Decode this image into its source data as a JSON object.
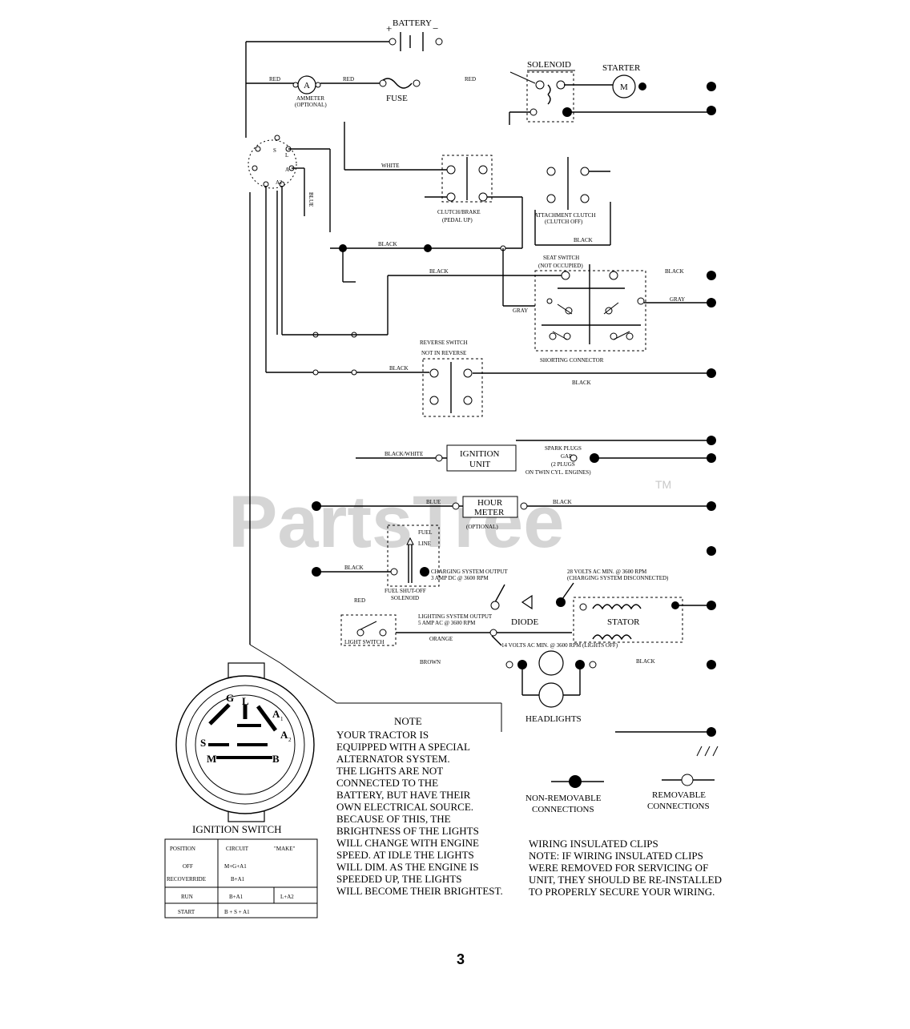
{
  "watermark": {
    "brand": "PartsTree",
    "tm": "TM"
  },
  "page_number": "3",
  "labels": {
    "battery": "BATTERY",
    "battery_pos": "+",
    "battery_neg": "−",
    "ammeter": "AMMETER",
    "ammeter_opt": "(OPTIONAL)",
    "ammeter_letter": "A",
    "fuse": "FUSE",
    "red1": "RED",
    "red2": "RED",
    "red3": "RED",
    "solenoid": "SOLENOID",
    "starter": "STARTER",
    "starter_letter": "M",
    "white": "WHITE",
    "clutch_brake": "CLUTCH/BRAKE",
    "clutch_brake_sub": "(PEDAL UP)",
    "attach_clutch": "ATTACHMENT CLUTCH",
    "attach_clutch_sub": "(CLUTCH OFF)",
    "black_attach": "BLACK",
    "blue_vert": "BLUE",
    "black_a": "BLACK",
    "black_b": "BLACK",
    "black_c": "BLACK",
    "seat_switch": "SEAT SWITCH",
    "seat_switch_sub": "(NOT OCCUPIED)",
    "gray_a": "GRAY",
    "gray_b": "GRAY",
    "shorting_connector": "SHORTING CONNECTOR",
    "reverse_switch": "REVERSE SWITCH",
    "reverse_switch_sub": "NOT IN REVERSE",
    "black_rev": "BLACK",
    "black_rev2": "BLACK",
    "black_white": "BLACK/WHITE",
    "ignition_unit_1": "IGNITION",
    "ignition_unit_2": "UNIT",
    "spark_plugs_1": "SPARK PLUGS",
    "spark_plugs_2": "GAP",
    "spark_plugs_3": "(2 PLUGS",
    "spark_plugs_4": "ON TWIN CYL. ENGINES)",
    "blue_hm": "BLUE",
    "black_hm": "BLACK",
    "hour_meter_1": "HOUR",
    "hour_meter_2": "METER",
    "hour_meter_opt": "(OPTIONAL)",
    "fuel_line_1": "FUEL",
    "fuel_line_2": "LINE",
    "black_fuel": "BLACK",
    "fuel_solenoid_1": "FUEL SHUT-OFF",
    "fuel_solenoid_2": "SOLENOID",
    "charging_1": "CHARGING SYSTEM OUTPUT",
    "charging_2": "3 AMP DC @ 3600 RPM",
    "volts_28_1": "28 VOLTS AC MIN. @ 3600 RPM",
    "volts_28_2": "(CHARGING SYSTEM DISCONNECTED)",
    "red_light": "RED",
    "lighting_1": "LIGHTING SYSTEM OUTPUT",
    "lighting_2": "5 AMP AC @ 3600 RPM",
    "diode": "DIODE",
    "stator": "STATOR",
    "light_switch": "LIGHT SWITCH",
    "orange": "ORANGE",
    "volts_14": "14 VOLTS AC MIN. @ 3600 RPM (LIGHTS OFF)",
    "brown": "BROWN",
    "black_head": "BLACK",
    "headlights": "HEADLIGHTS",
    "switch_letters": {
      "G": "G",
      "L": "L",
      "A1": "A",
      "A1_sub": "1",
      "A2": "A",
      "A2_sub": "2",
      "S": "S",
      "M": "M",
      "B": "B"
    },
    "ignition_switch": "IGNITION SWITCH",
    "non_removable_1": "NON-REMOVABLE",
    "non_removable_2": "CONNECTIONS",
    "removable_1": "REMOVABLE",
    "removable_2": "CONNECTIONS",
    "sw_letter_S": "S",
    "sw_letter_L": "L",
    "sw_letter_A": "A",
    "sw_letter_A2": "A2"
  },
  "note": {
    "title": "NOTE",
    "lines": [
      "YOUR TRACTOR IS",
      "EQUIPPED WITH A SPECIAL",
      "ALTERNATOR SYSTEM.",
      "THE LIGHTS ARE NOT",
      "CONNECTED TO THE",
      "BATTERY, BUT HAVE THEIR",
      "OWN ELECTRICAL SOURCE.",
      "BECAUSE OF THIS, THE",
      "BRIGHTNESS OF THE LIGHTS",
      "WILL CHANGE WITH ENGINE",
      "SPEED.  AT IDLE THE LIGHTS",
      "WILL DIM.  AS THE ENGINE IS",
      "SPEEDED UP, THE LIGHTS",
      "WILL BECOME THEIR BRIGHTEST."
    ]
  },
  "clips_note": {
    "lines": [
      "WIRING INSULATED CLIPS",
      "NOTE: IF WIRING INSULATED CLIPS",
      "WERE REMOVED FOR SERVICING OF",
      "UNIT, THEY SHOULD BE RE-INSTALLED",
      "TO PROPERLY SECURE YOUR WIRING."
    ]
  },
  "ignition_table": {
    "headers": [
      "POSITION",
      "CIRCUIT",
      "\"MAKE\""
    ],
    "rows": [
      [
        "OFF",
        "M+G+A1",
        ""
      ],
      [
        "RECOVERRIDE",
        "B+A1",
        ""
      ],
      [
        "RUN",
        "B+A1",
        "L+A2"
      ],
      [
        "START",
        "B + S + A1",
        ""
      ]
    ]
  }
}
